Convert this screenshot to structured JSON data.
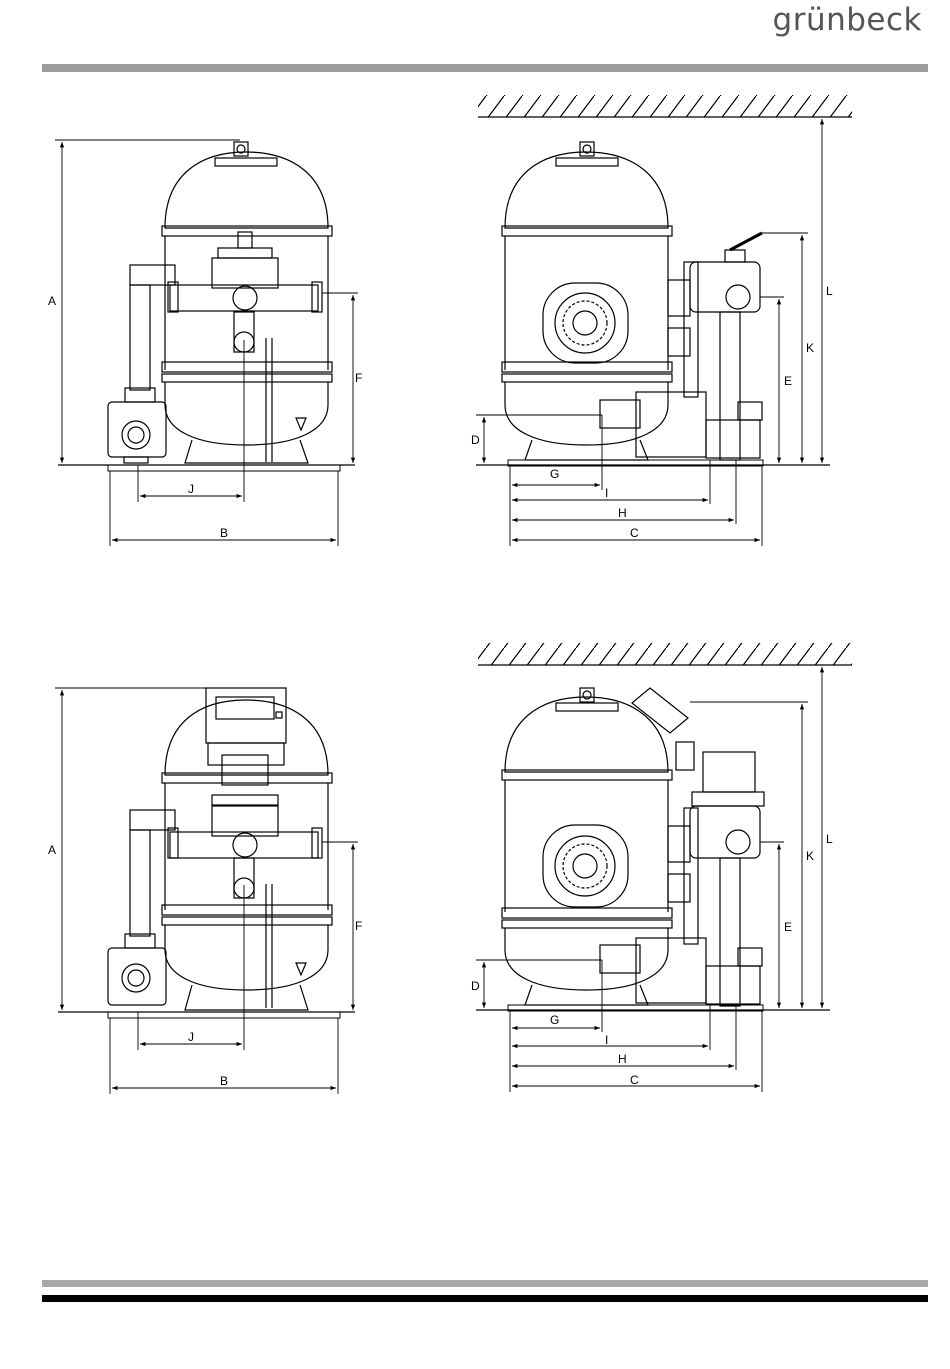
{
  "brand": {
    "logo_text": "grünbeck"
  },
  "views": [
    {
      "id": "top-left",
      "labels": {
        "A": "A",
        "B": "B",
        "F": "F",
        "J": "J"
      }
    },
    {
      "id": "top-right",
      "labels": {
        "C": "C",
        "D": "D",
        "E": "E",
        "G": "G",
        "H": "H",
        "I": "I",
        "K": "K",
        "L": "L"
      }
    },
    {
      "id": "bottom-left",
      "labels": {
        "A": "A",
        "B": "B",
        "F": "F",
        "J": "J"
      }
    },
    {
      "id": "bottom-right",
      "labels": {
        "C": "C",
        "D": "D",
        "E": "E",
        "G": "G",
        "H": "H",
        "I": "I",
        "K": "K",
        "L": "L"
      }
    }
  ],
  "colors": {
    "rule": "#9c9c9c",
    "line": "#000000",
    "logo": "#555555"
  }
}
